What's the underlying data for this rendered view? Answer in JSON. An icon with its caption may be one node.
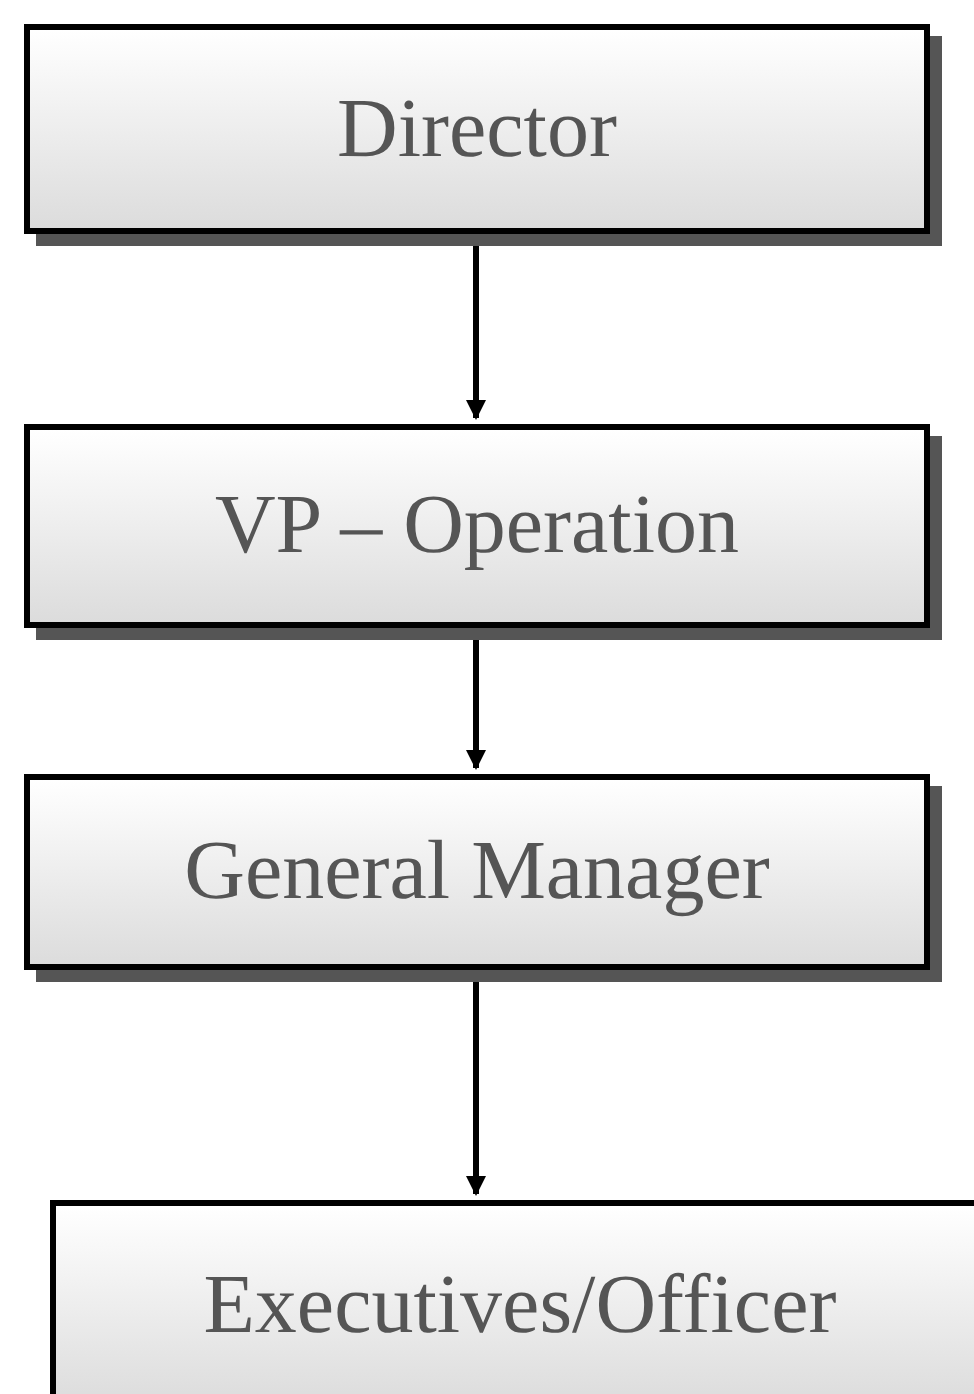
{
  "diagram": {
    "nodes": [
      {
        "text": [
          "Director"
        ]
      },
      {
        "text": [
          "VP – Operation"
        ]
      },
      {
        "text": [
          "General Manager"
        ]
      },
      {
        "text": [
          "Executives/Officer"
        ]
      }
    ],
    "edges": [
      {
        "from": 0,
        "to": 1,
        "arrow": "to"
      },
      {
        "from": 1,
        "to": 2,
        "arrow": "to"
      },
      {
        "from": 2,
        "to": 3,
        "arrow": "to"
      }
    ]
  }
}
